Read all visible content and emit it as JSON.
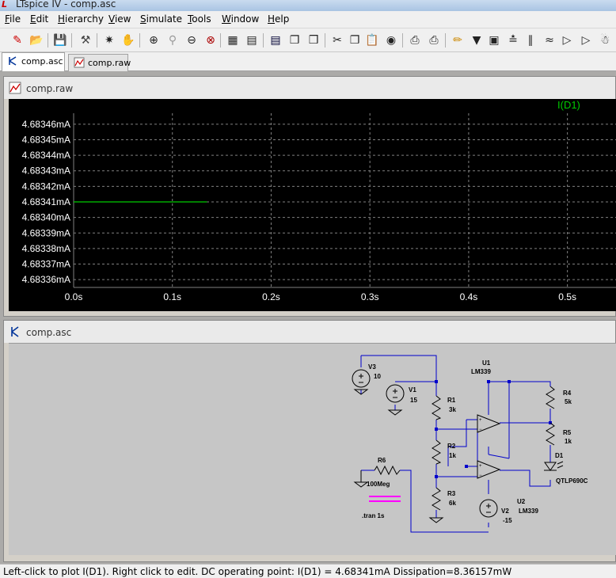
{
  "window": {
    "title": "LTspice IV - comp.asc"
  },
  "menu": [
    "File",
    "Edit",
    "Hierarchy",
    "View",
    "Simulate",
    "Tools",
    "Window",
    "Help"
  ],
  "tabs": [
    {
      "label": "comp.asc",
      "active": true
    },
    {
      "label": "comp.raw",
      "active": false
    }
  ],
  "plot_window": {
    "title": "comp.raw"
  },
  "schematic_window": {
    "title": "comp.asc"
  },
  "chart_data": {
    "type": "line",
    "title": "",
    "xlabel": "",
    "ylabel": "",
    "trace_label": "I(D1)",
    "trace_color": "#00cc00",
    "background": "#000000",
    "grid": true,
    "y_ticks": [
      "4.68346mA",
      "4.68345mA",
      "4.68344mA",
      "4.68343mA",
      "4.68342mA",
      "4.68341mA",
      "4.68340mA",
      "4.68339mA",
      "4.68338mA",
      "4.68337mA",
      "4.68336mA"
    ],
    "y_values": [
      4.68346,
      4.68345,
      4.68344,
      4.68343,
      4.68342,
      4.68341,
      4.6834,
      4.68339,
      4.68338,
      4.68337,
      4.68336
    ],
    "x_ticks": [
      "0.0s",
      "0.1s",
      "0.2s",
      "0.3s",
      "0.4s",
      "0.5s"
    ],
    "x_values": [
      0.0,
      0.1,
      0.2,
      0.3,
      0.4,
      0.5
    ],
    "xlim": [
      0.0,
      0.55
    ],
    "ylim": [
      4.683355,
      4.683465
    ],
    "series": [
      {
        "name": "I(D1)",
        "x": [
          0.0,
          0.135
        ],
        "y": [
          4.68341,
          4.68341
        ]
      }
    ]
  },
  "schematic": {
    "components": [
      {
        "ref": "V3",
        "value": "10"
      },
      {
        "ref": "V1",
        "value": "15"
      },
      {
        "ref": "U1",
        "value": "LM339"
      },
      {
        "ref": "R1",
        "value": "3k"
      },
      {
        "ref": "R2",
        "value": "1k"
      },
      {
        "ref": "R3",
        "value": "6k"
      },
      {
        "ref": "R4",
        "value": "5k"
      },
      {
        "ref": "R5",
        "value": "1k"
      },
      {
        "ref": "D1",
        "value": "QTLP690C"
      },
      {
        "ref": "R6",
        "value": "100Meg"
      },
      {
        "ref": "V2",
        "value": "-15"
      },
      {
        "ref": "U2",
        "value": "LM339"
      }
    ],
    "directive": ".tran 1s",
    "wire_color": "#0000cc",
    "directive_color": "#ff00ff"
  },
  "status": {
    "text": "Left-click to plot I(D1).  Right click to edit.  DC operating point: I(D1) = 4.68341mA   Dissipation=8.36157mW"
  }
}
